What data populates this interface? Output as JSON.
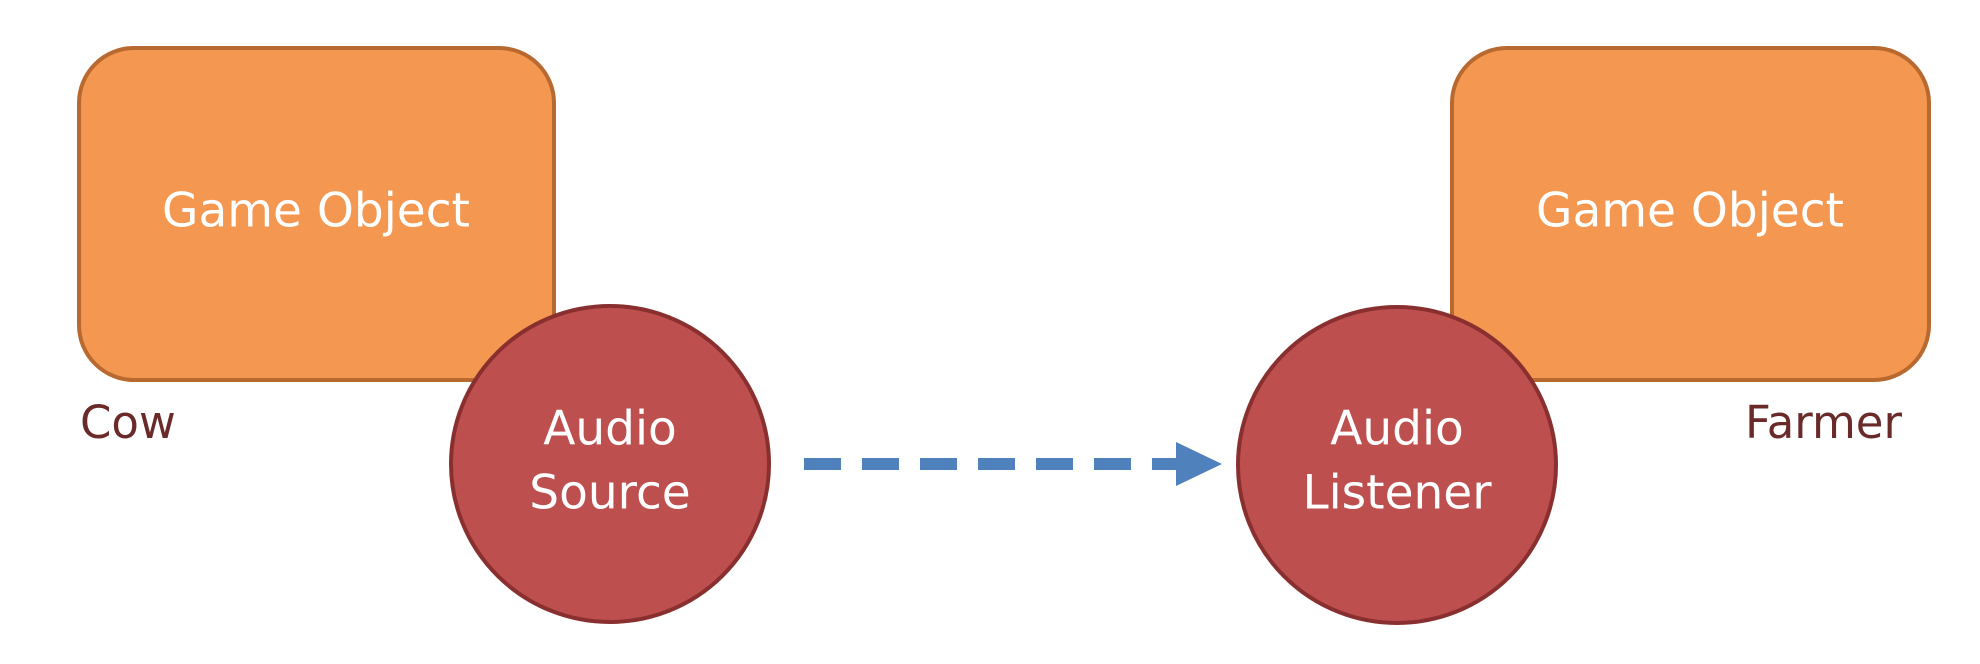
{
  "nodes": {
    "cow": {
      "box_label": "Game Object",
      "caption": "Cow",
      "component_line1": "Audio",
      "component_line2": "Source"
    },
    "farmer": {
      "box_label": "Game Object",
      "caption": "Farmer",
      "component_line1": "Audio",
      "component_line2": "Listener"
    }
  },
  "colors": {
    "box_fill": "#f39751",
    "box_stroke": "#b8692f",
    "circle_fill": "#be4f4f",
    "circle_stroke": "#8a2f2f",
    "arrow": "#4f81bd",
    "caption_text": "#6a2a2a",
    "label_text": "#ffffff"
  }
}
